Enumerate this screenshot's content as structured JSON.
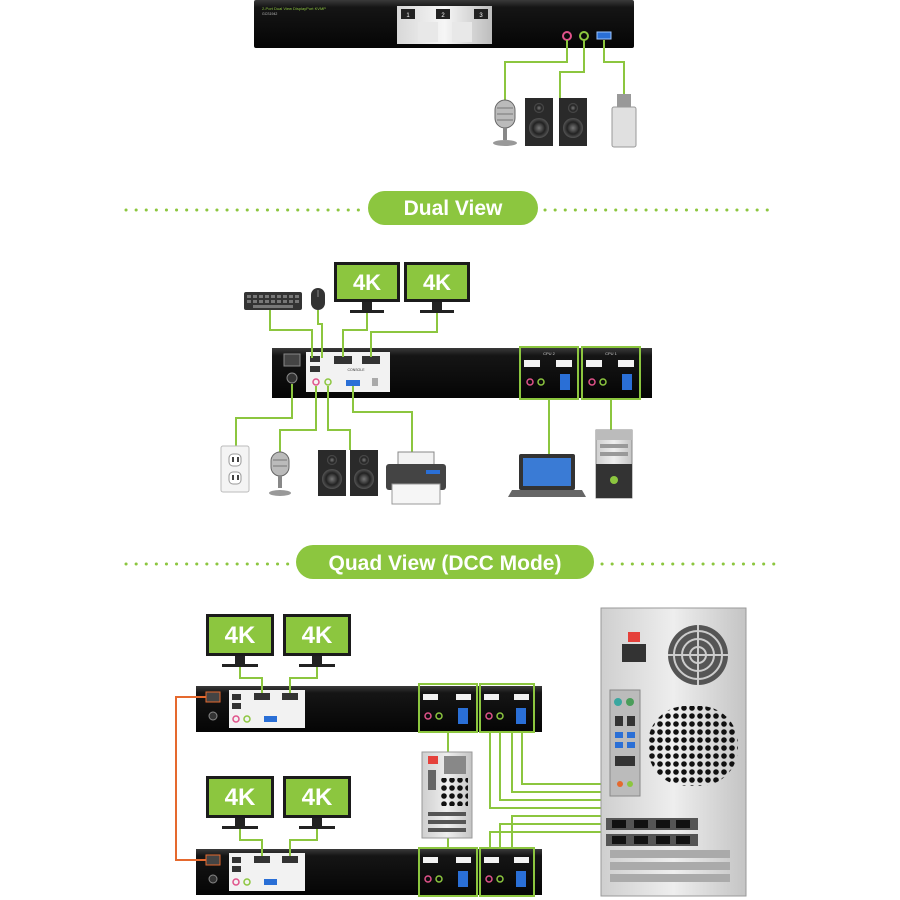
{
  "kvm_front_top": {
    "model_line1": "2-Port Dual View DisplayPort KVMP",
    "model_line2": "GCS1942",
    "port_labels": [
      "1",
      "2",
      "3"
    ]
  },
  "sections": {
    "dual_view": {
      "title": "Dual View"
    },
    "quad_view": {
      "title": "Quad View (DCC Mode)"
    }
  },
  "monitor_label": "4K",
  "kvm_rear": {
    "console_label": "CONSOLE",
    "cpu_labels": [
      "CPU 2",
      "CPU 1"
    ]
  },
  "colors": {
    "accent_green": "#8cc63f",
    "chain_orange": "#e5692e",
    "unit_black": "#111111"
  }
}
